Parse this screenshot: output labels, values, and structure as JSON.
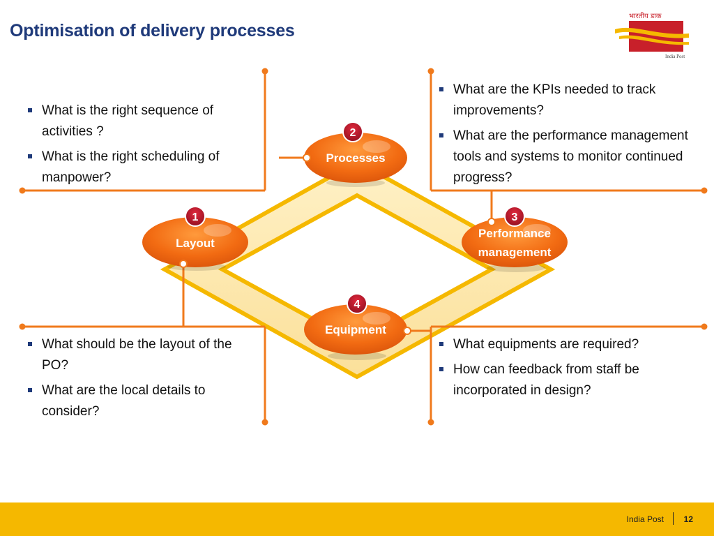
{
  "slide": {
    "title": "Optimisation of delivery processes"
  },
  "logo": {
    "text": "भारतीय डाक",
    "caption": "India Post",
    "colors": {
      "box": "#c8202a",
      "stripe": "#f5b800"
    }
  },
  "nodes": [
    {
      "number": "1",
      "label": "Layout"
    },
    {
      "number": "2",
      "label": "Processes"
    },
    {
      "number": "3",
      "label_line1": "Performance",
      "label_line2": "management"
    },
    {
      "number": "4",
      "label": "Equipment"
    }
  ],
  "questions": {
    "layout": [
      "What should be the layout of the PO?",
      "What are the local details to consider?"
    ],
    "processes": [
      "What is the right sequence of activities ?",
      "What is the right scheduling of manpower?"
    ],
    "performance": [
      "What are the KPIs needed to track improvements?",
      "What are the performance management tools and systems to monitor continued progress?"
    ],
    "equipment": [
      "What equipments are required?",
      "How can feedback from staff be incorporated in design?"
    ]
  },
  "footer": {
    "org": "India Post",
    "page": "12"
  },
  "colors": {
    "title": "#1f3a7a",
    "accent_orange": "#f07a1c",
    "node_fill": "#f26b12",
    "badge": "#b3142a",
    "diamond": "#f5b800",
    "footer": "#f5b800"
  }
}
